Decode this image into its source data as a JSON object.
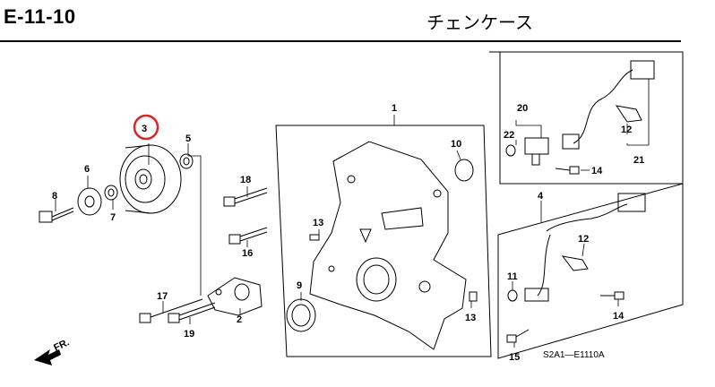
{
  "header": {
    "code": "E-11-10",
    "title": "チェンケース"
  },
  "diagram_code": "S2A1—E1110A",
  "direction_marker": "FR.",
  "highlight_color": "#d62828",
  "highlighted_part": "3",
  "parts": {
    "p1": "1",
    "p2": "2",
    "p3": "3",
    "p4": "4",
    "p5": "5",
    "p6": "6",
    "p7": "7",
    "p8": "8",
    "p9": "9",
    "p10": "10",
    "p11": "11",
    "p12a": "12",
    "p12b": "12",
    "p13a": "13",
    "p13b": "13",
    "p14a": "14",
    "p14b": "14",
    "p15": "15",
    "p16": "16",
    "p17": "17",
    "p18": "18",
    "p19": "19",
    "p20": "20",
    "p21": "21",
    "p22": "22"
  }
}
